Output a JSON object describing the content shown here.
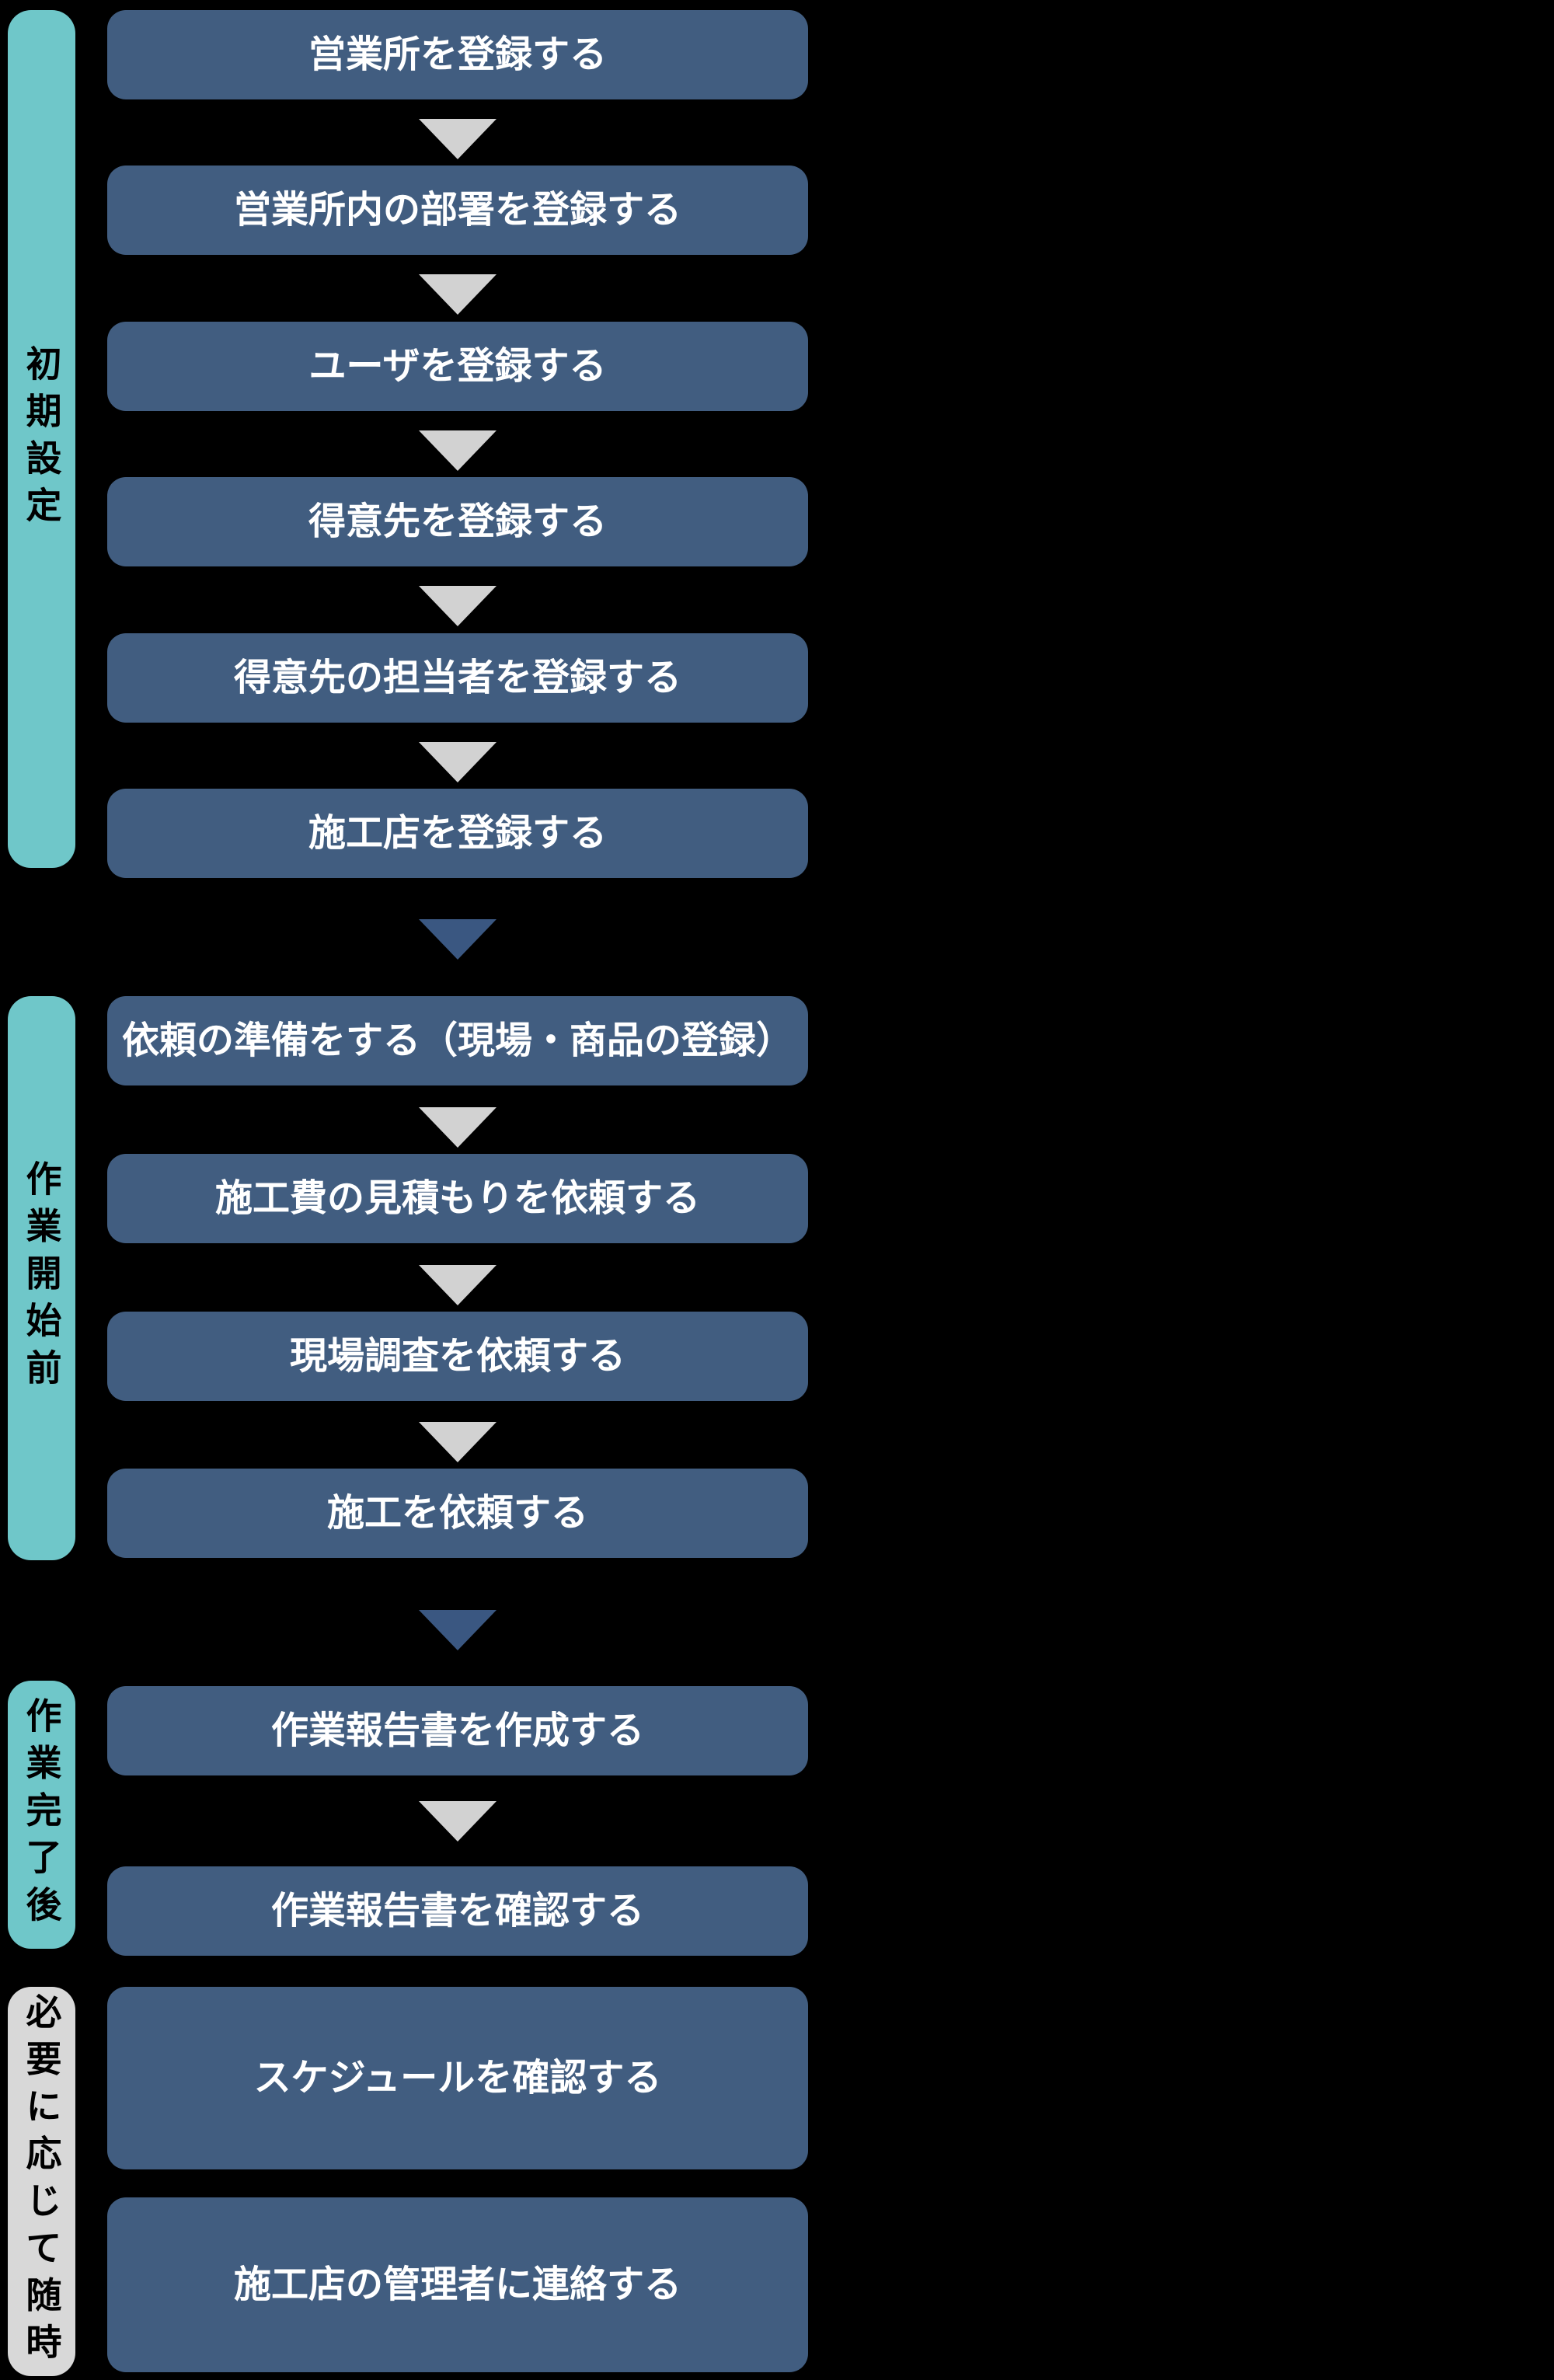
{
  "diagram": {
    "title": "operation-flow",
    "background_color": "#000000",
    "colors": {
      "process_box": "#415D80",
      "process_box_text": "#FFFFFF",
      "section_bar_teal": "#6FC7C9",
      "section_bar_gray": "#D8D8D8",
      "section_bar_text": "#000000",
      "step_arrow_gray": "#D2D2D2",
      "section_arrow_blue": "#3A5781"
    },
    "sections": [
      {
        "label": "初期設定",
        "bar_style": "teal",
        "boxes": [
          "営業所を登録する",
          "営業所内の部署を登録する",
          "ユーザを登録する",
          "得意先を登録する",
          "得意先の担当者を登録する",
          "施工店を登録する"
        ]
      },
      {
        "label": "作業開始前",
        "bar_style": "teal",
        "boxes": [
          "依頼の準備をする（現場・商品の登録）",
          "施工費の見積もりを依頼する",
          "現場調査を依頼する",
          "施工を依頼する"
        ]
      },
      {
        "label": "作業完了後",
        "bar_style": "teal",
        "boxes": [
          "作業報告書を作成する",
          "作業報告書を確認する"
        ]
      },
      {
        "label": "必要に応じて随時",
        "bar_style": "gray",
        "boxes": [
          "スケジュールを確認する",
          "施工店の管理者に連絡する"
        ]
      }
    ]
  }
}
